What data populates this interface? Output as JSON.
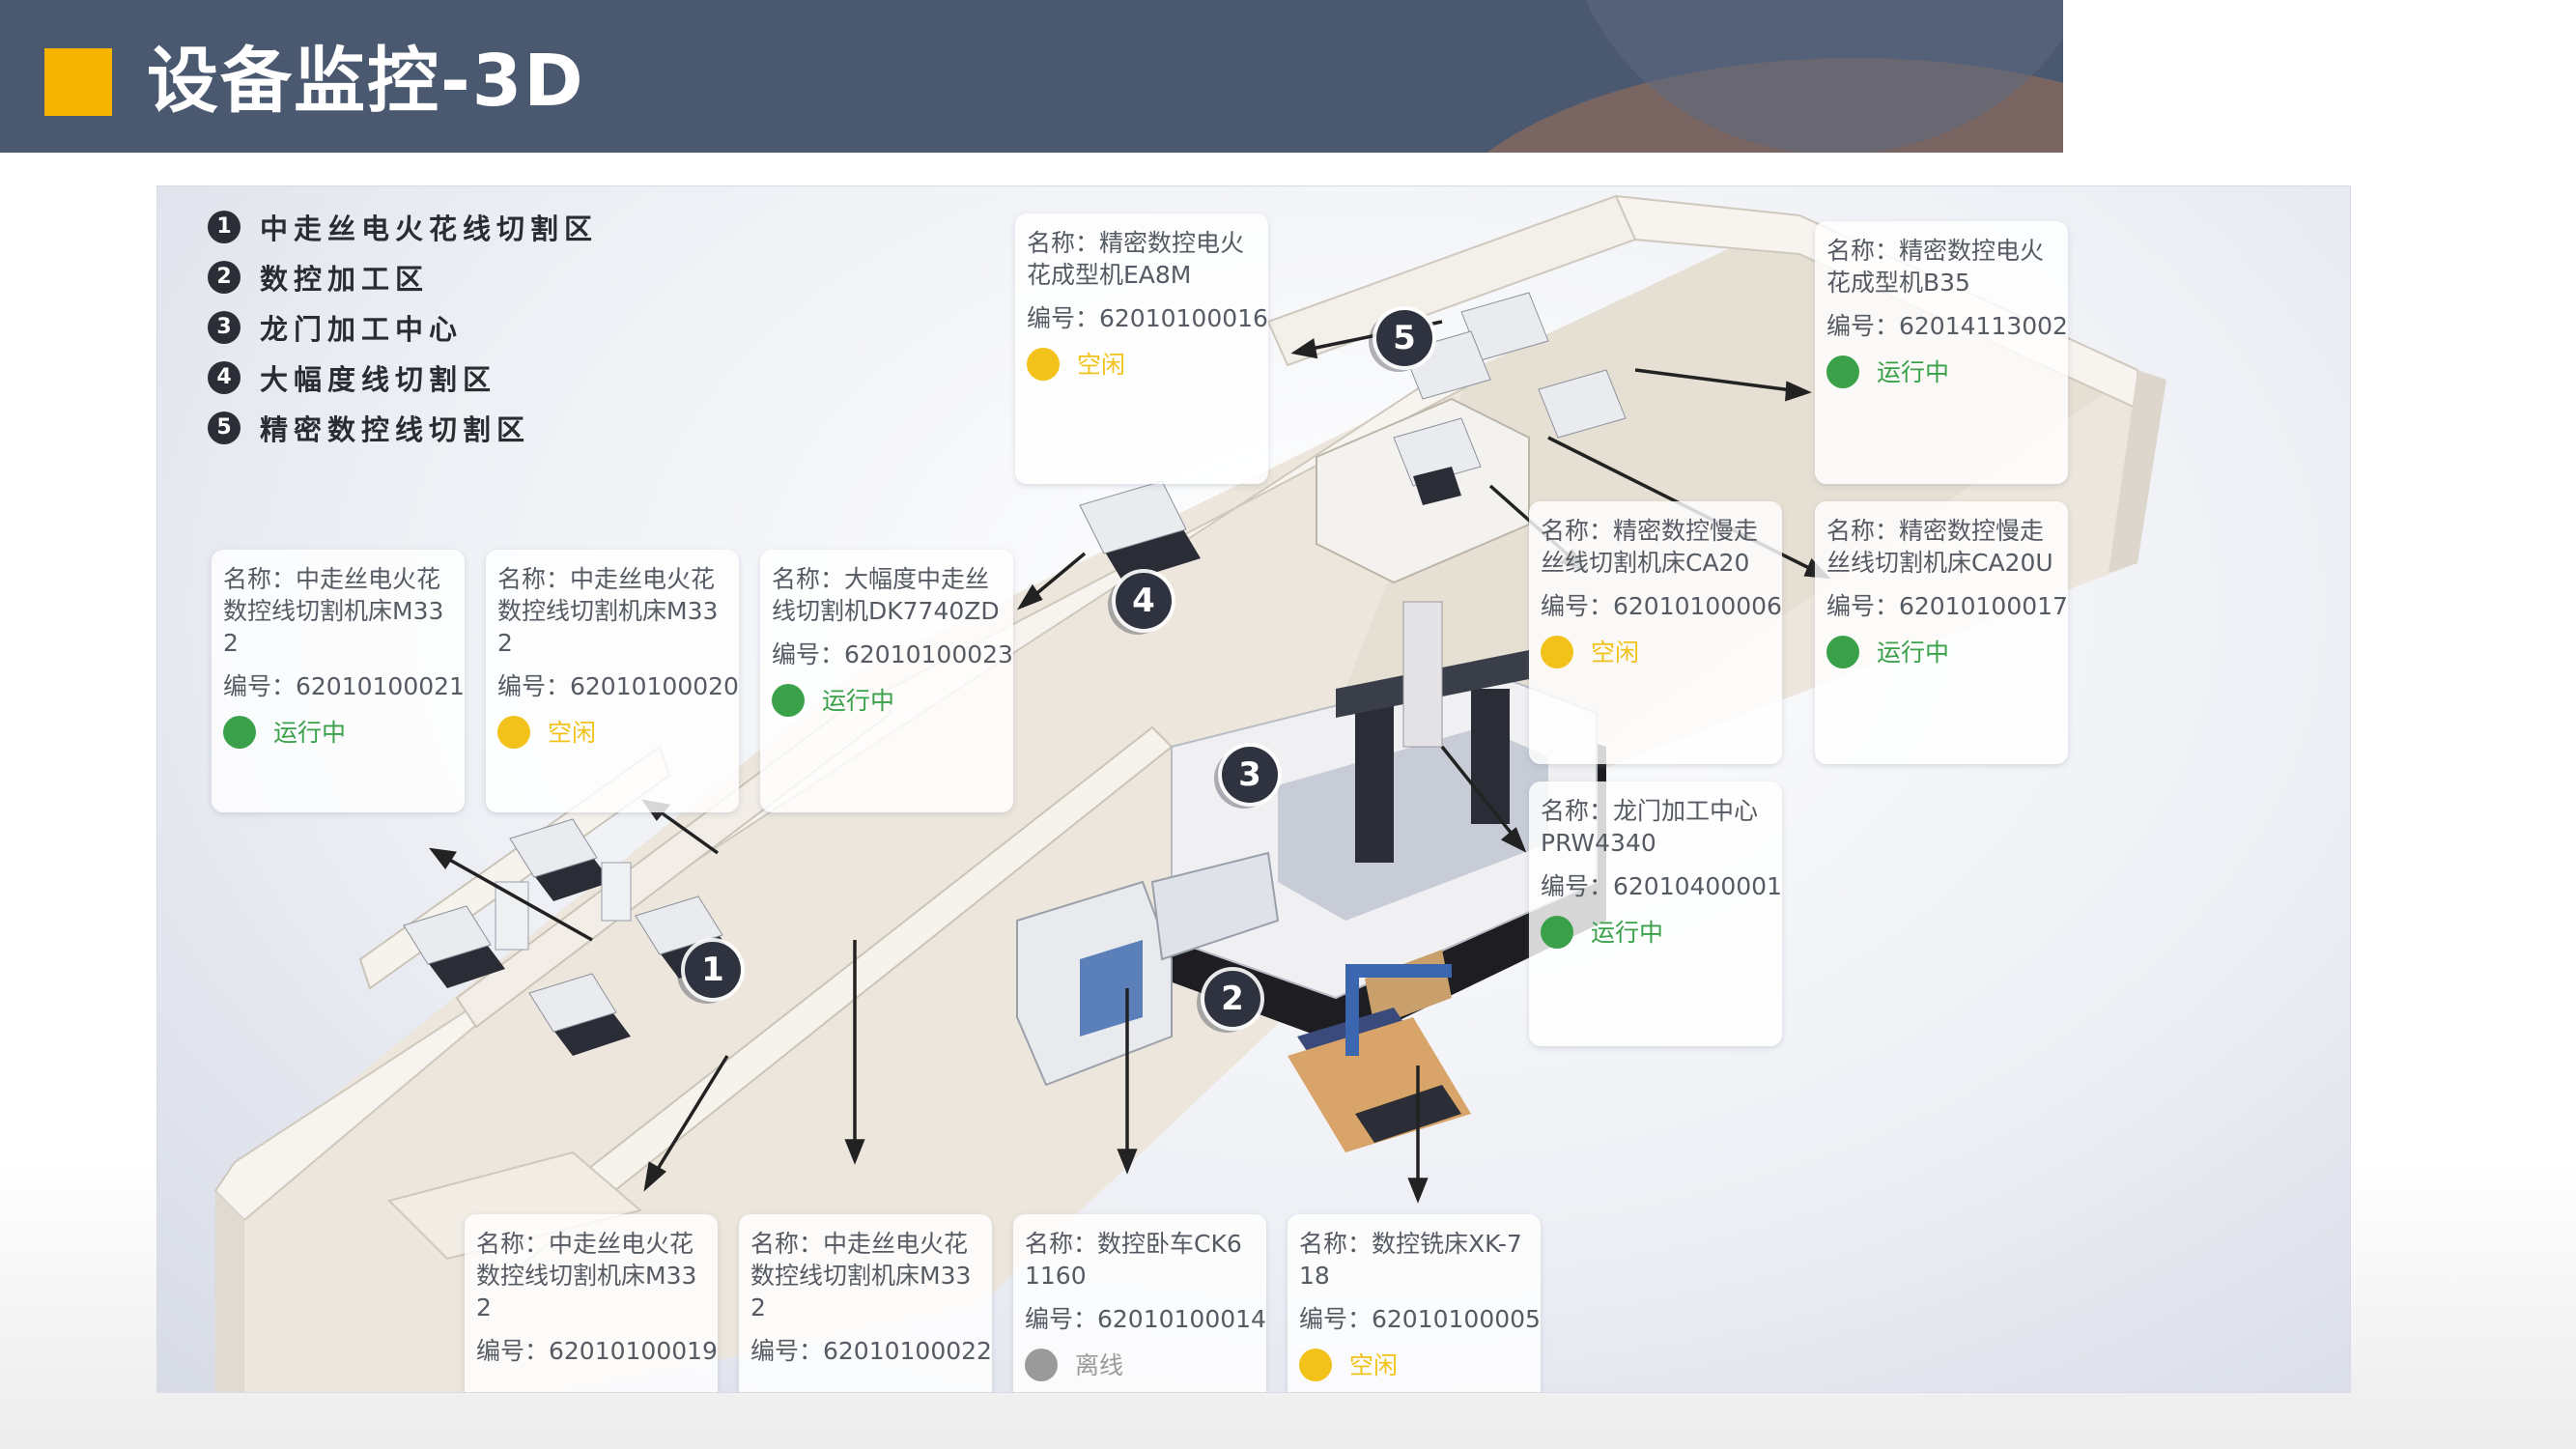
{
  "header": {
    "title": "设备监控-3D",
    "accent_color": "#f6b400",
    "bar_color": "#4a5870"
  },
  "legend": [
    {
      "num": "1",
      "label": "中走丝电火花线切割区"
    },
    {
      "num": "2",
      "label": "数控加工区"
    },
    {
      "num": "3",
      "label": "龙门加工中心"
    },
    {
      "num": "4",
      "label": "大幅度线切割区"
    },
    {
      "num": "5",
      "label": "精密数控线切割区"
    }
  ],
  "zones": [
    "1",
    "2",
    "3",
    "4",
    "5"
  ],
  "status_colors": {
    "running": "#3aa14a",
    "idle": "#f2c21a",
    "offline": "#9a9a9a"
  },
  "cards": [
    {
      "name": "名称：精密数控电火花成型机EA8M",
      "code": "编号：62010100016",
      "status": "空闲",
      "state": "idle"
    },
    {
      "name": "名称：精密数控电火花成型机B35",
      "code": "编号：62014113002",
      "status": "运行中",
      "state": "running"
    },
    {
      "name": "名称：精密数控慢走丝线切割机床CA20",
      "code": "编号：62010100006",
      "status": "空闲",
      "state": "idle"
    },
    {
      "name": "名称：精密数控慢走丝线切割机床CA20U",
      "code": "编号：62010100017",
      "status": "运行中",
      "state": "running"
    },
    {
      "name": "名称：中走丝电火花数控线切割机床M332",
      "code": "编号：62010100021",
      "status": "运行中",
      "state": "running"
    },
    {
      "name": "名称：中走丝电火花数控线切割机床M332",
      "code": "编号：62010100020",
      "status": "空闲",
      "state": "idle"
    },
    {
      "name": "名称：大幅度中走丝线切割机DK7740ZD",
      "code": "编号：62010100023",
      "status": "运行中",
      "state": "running"
    },
    {
      "name": "名称：龙门加工中心PRW4340",
      "code": "编号：62010400001",
      "status": "运行中",
      "state": "running"
    },
    {
      "name": "名称：中走丝电火花数控线切割机床M332",
      "code": "编号：62010100019",
      "status": "",
      "state": ""
    },
    {
      "name": "名称：中走丝电火花数控线切割机床M332",
      "code": "编号：62010100022",
      "status": "",
      "state": ""
    },
    {
      "name": "名称：数控卧车CK61160",
      "code": "编号：62010100014",
      "status": "离线",
      "state": "offline"
    },
    {
      "name": "名称：数控铣床XK-718",
      "code": "编号：62010100005",
      "status": "空闲",
      "state": "idle"
    }
  ]
}
